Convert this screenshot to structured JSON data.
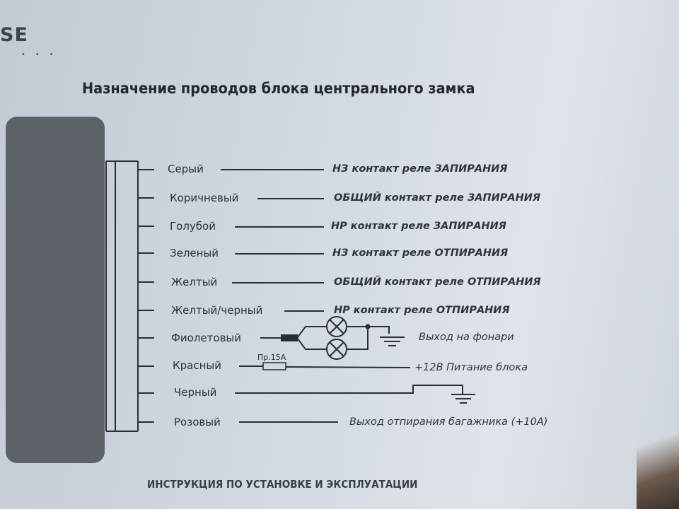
{
  "header": {
    "logo_text": "SE",
    "title": "Назначение проводов блока центрального замка"
  },
  "wires": [
    {
      "label": "Серый",
      "description": "НЗ контакт реле ЗАПИРАНИЯ"
    },
    {
      "label": "Коричневый",
      "description": "ОБЩИЙ контакт реле ЗАПИРАНИЯ"
    },
    {
      "label": "Голубой",
      "description": "НР контакт реле ЗАПИРАНИЯ"
    },
    {
      "label": "Зеленый",
      "description": "НЗ контакт реле ОТПИРАНИЯ"
    },
    {
      "label": "Желтый",
      "description": "ОБЩИЙ контакт реле ОТПИРАНИЯ"
    },
    {
      "label": "Желтый/черный",
      "description": "НР контакт реле ОТПИРАНИЯ"
    },
    {
      "label": "Фиолетовый",
      "description": "Выход на фонари"
    },
    {
      "label": "Красный",
      "description": "+12В Питание блока"
    },
    {
      "label": "Черный",
      "description": ""
    },
    {
      "label": "Розовый",
      "description": "Выход отпирания багажника (+10А)"
    }
  ],
  "fuse_label": "Пр.15А",
  "footer": "ИНСТРУКЦИЯ ПО УСТАНОВКЕ И ЭКСПЛУАТАЦИИ"
}
